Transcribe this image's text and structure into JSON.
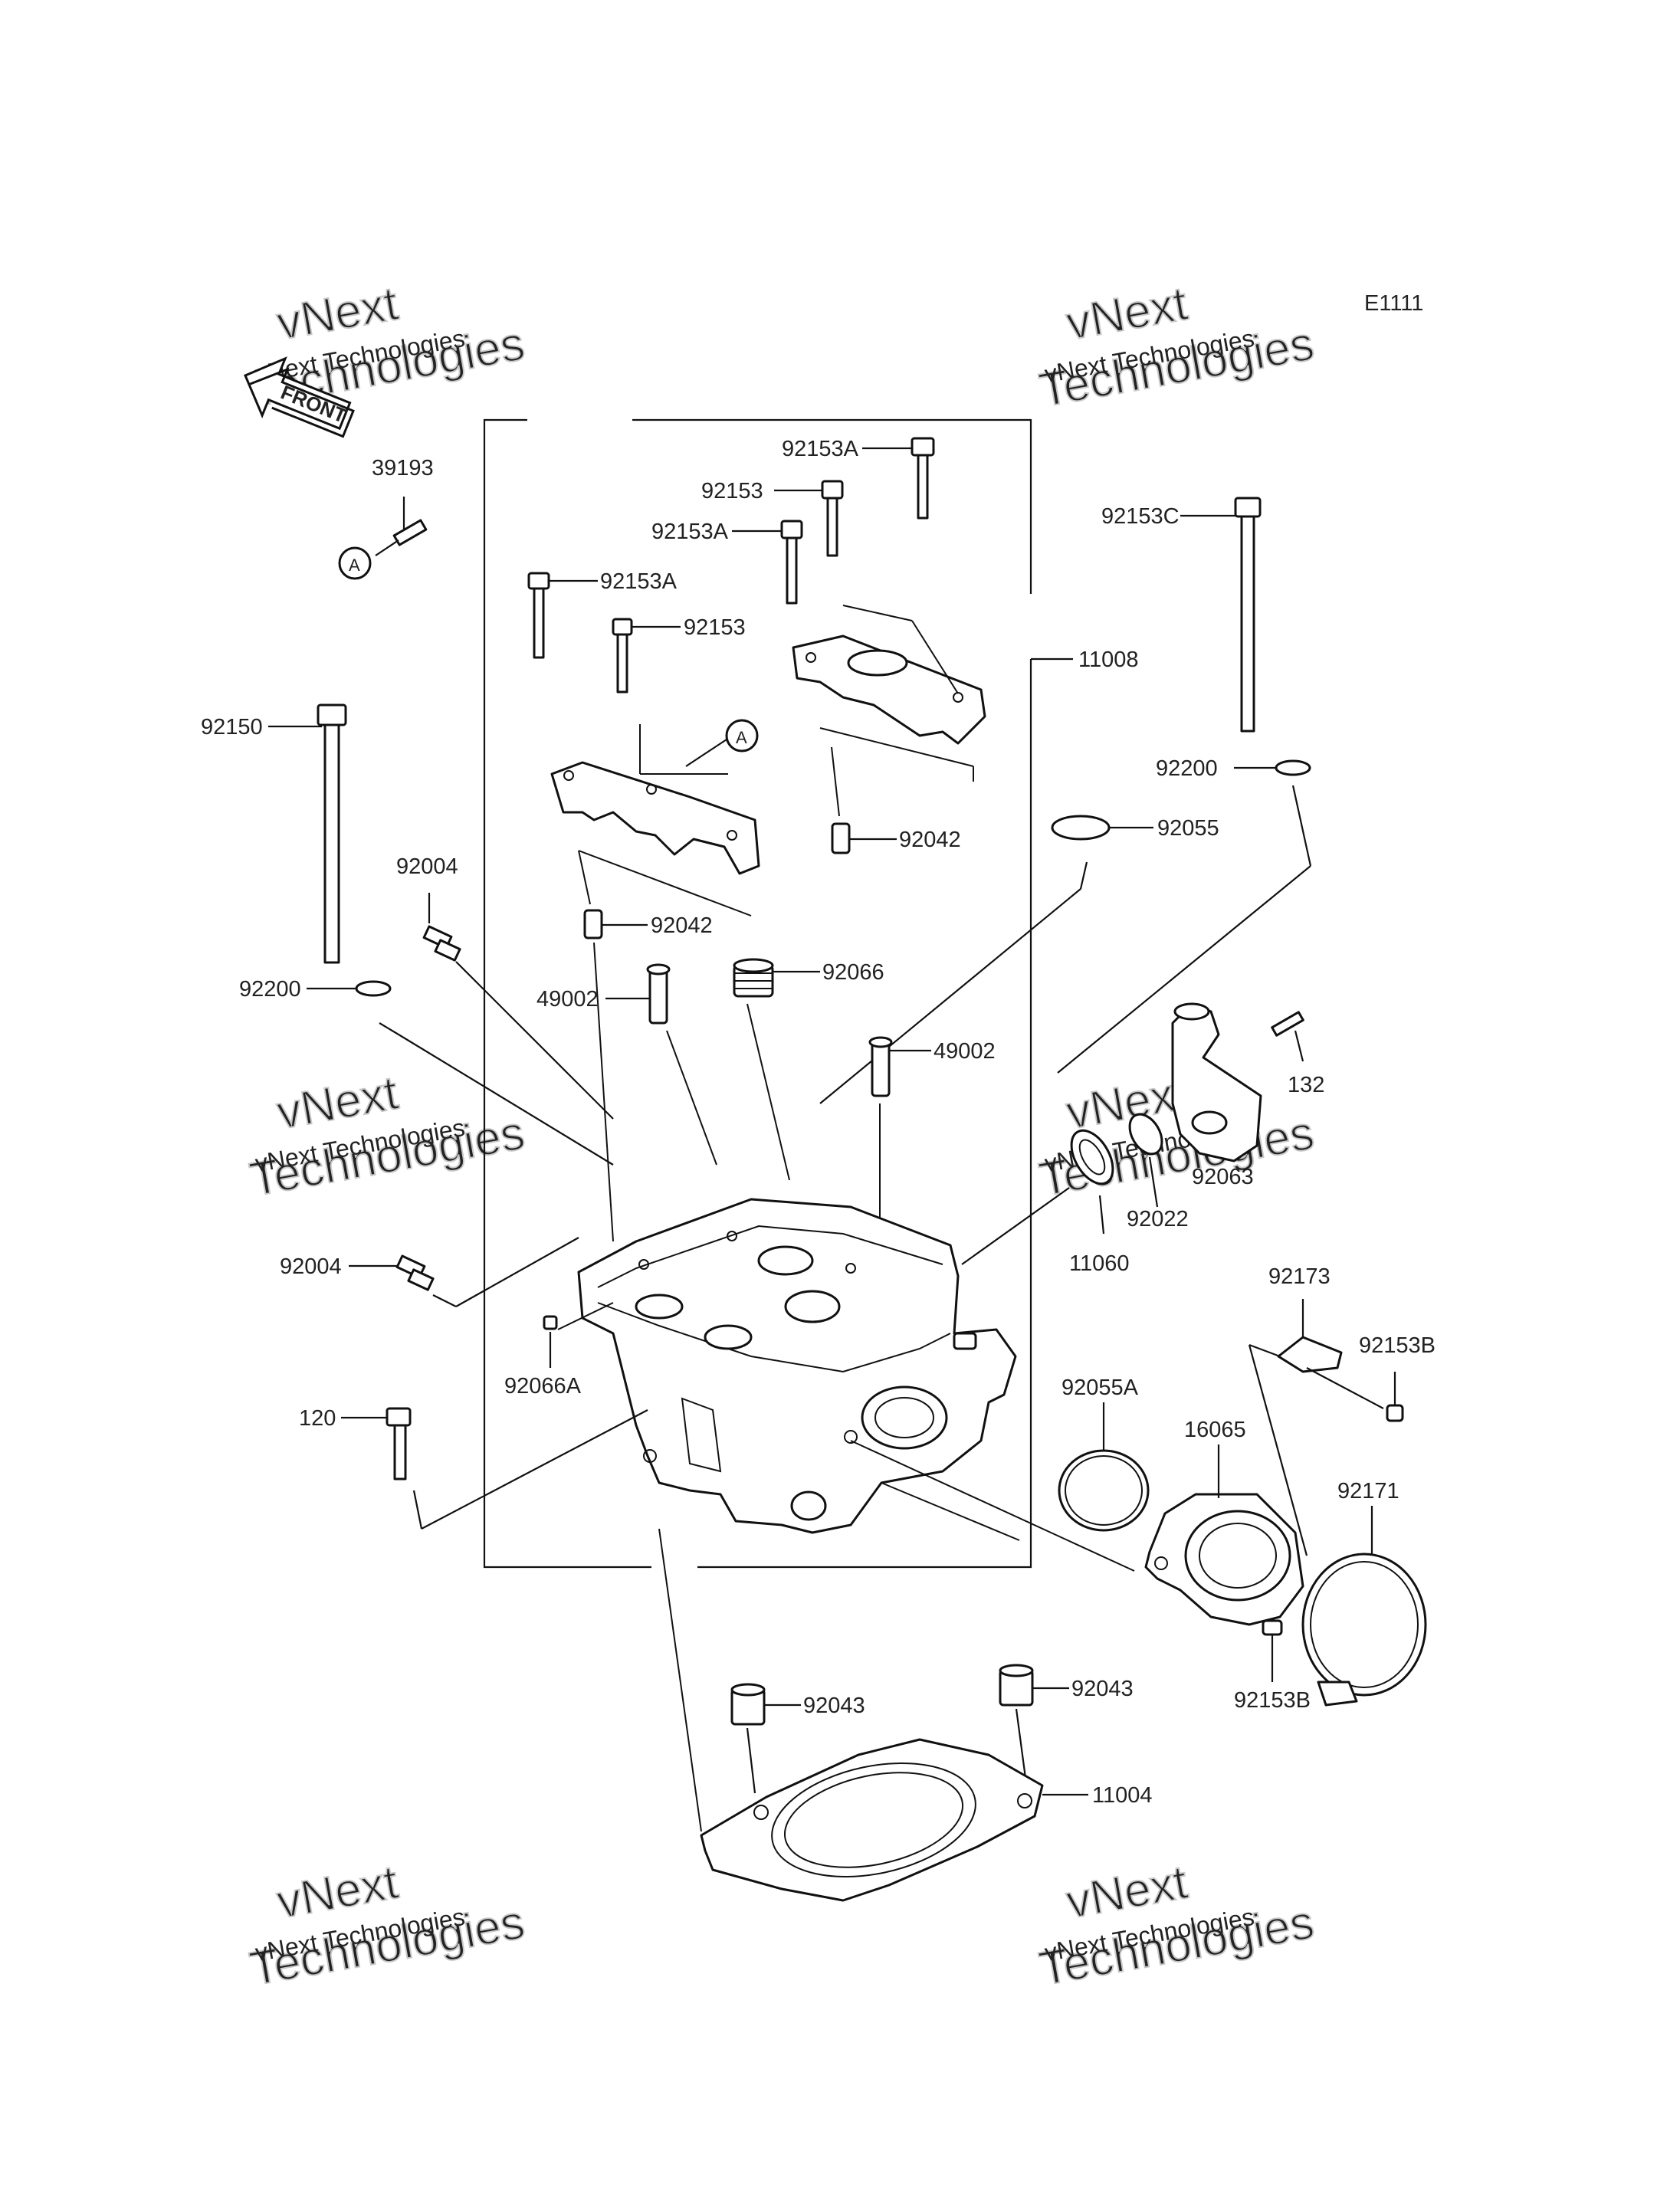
{
  "diagram_code": "E1111",
  "front_label": "FRONT",
  "ref_marker": "A",
  "watermark": {
    "line1": "vNext Technologies",
    "line2": "vNext",
    "line3": "Technologies"
  },
  "parts": {
    "p39193": "39193",
    "p92153A_top": "92153A",
    "p92153_top": "92153",
    "p92153A_mid": "92153A",
    "p92153A_left": "92153A",
    "p92153_left": "92153",
    "p11008": "11008",
    "p92153C": "92153C",
    "p92150": "92150",
    "p92200_right": "92200",
    "p92055": "92055",
    "p92042_right": "92042",
    "p92004_top": "92004",
    "p92042_left": "92042",
    "p92066": "92066",
    "p92200_left": "92200",
    "p49002_left": "49002",
    "p49002_right": "49002",
    "p132": "132",
    "p92063": "92063",
    "p92022": "92022",
    "p11060": "11060",
    "p92004_bot": "92004",
    "p92066A": "92066A",
    "p92173": "92173",
    "p92153B_top": "92153B",
    "p120": "120",
    "p92055A": "92055A",
    "p16065": "16065",
    "p92171": "92171",
    "p92153B_bot": "92153B",
    "p92043_left": "92043",
    "p92043_right": "92043",
    "p11004": "11004"
  }
}
